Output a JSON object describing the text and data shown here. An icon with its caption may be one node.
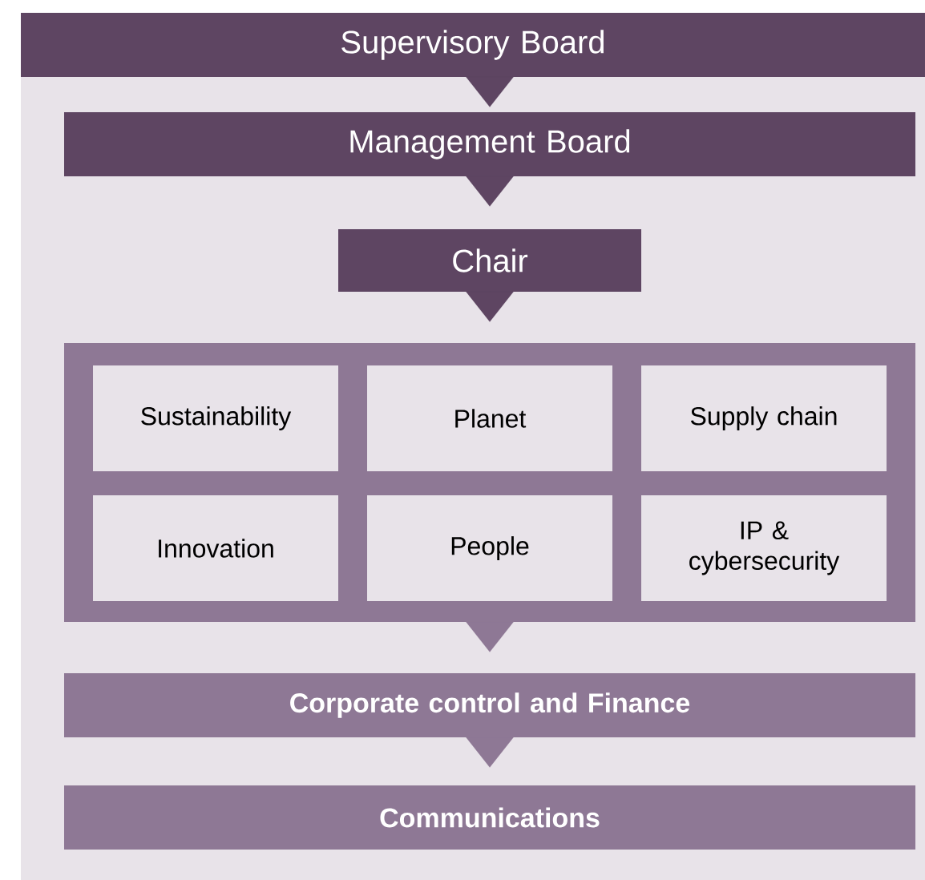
{
  "diagram": {
    "nodes": [
      {
        "text": [
          "Supervisory Board"
        ]
      },
      {
        "text": [
          "Management Board"
        ]
      },
      {
        "text": [
          "Chair"
        ]
      },
      {
        "text": [],
        "shape": "box"
      },
      {
        "text": [
          "Sustainability"
        ],
        "in": 3
      },
      {
        "text": [
          "Planet"
        ],
        "in": 3
      },
      {
        "text": [
          "Supply chain"
        ],
        "in": 3
      },
      {
        "text": [
          "Innovation"
        ],
        "in": 3
      },
      {
        "text": [
          "People"
        ],
        "in": 3
      },
      {
        "text": [
          "IP & cybersecurity"
        ],
        "in": 3
      },
      {
        "text": [
          "Corporate control and Finance"
        ]
      },
      {
        "text": [
          "Communications"
        ]
      }
    ],
    "edges": [
      {
        "from": 0,
        "to": 1,
        "arrow": "to"
      },
      {
        "from": 1,
        "to": 2,
        "arrow": "to"
      },
      {
        "from": 2,
        "to": 3,
        "arrow": "to"
      },
      {
        "from": 3,
        "to": 10,
        "arrow": "to"
      },
      {
        "from": 10,
        "to": 11,
        "arrow": "to"
      }
    ]
  }
}
